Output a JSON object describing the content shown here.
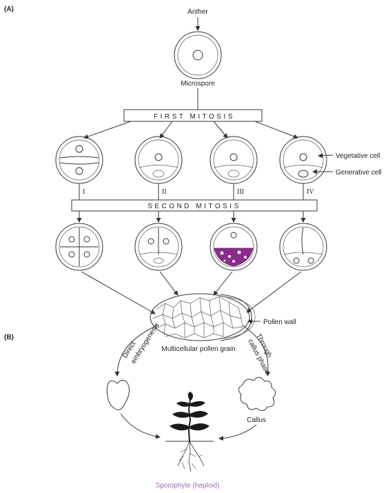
{
  "panels": {
    "a": "(A)",
    "b": "(B)"
  },
  "labels": {
    "anther": "Anther",
    "microspore": "Microspore",
    "first_mitosis": "FIRST MITOSIS",
    "second_mitosis": "SECOND MITOSIS",
    "vegetative_cell": "Vegetative cell",
    "generative_cell": "Generative cell",
    "pathway_numerals": [
      "I",
      "II",
      "III",
      "IV"
    ],
    "pollen_wall": "Pollen wall",
    "multicellular_pollen_grain": "Multicellular pollen grain",
    "direct_embryogenesis_line1": "Direct",
    "direct_embryogenesis_line2": "embryogenesis",
    "through_callus_line1": "Through",
    "through_callus_line2": "callus phase",
    "callus": "Callus",
    "sporophyte": "Sporophyte",
    "sporophyte_qualifier": "(haploid)"
  },
  "colors": {
    "ink": "#333333",
    "sporophyte_label": "#9a6db0",
    "stain": "#8e2a8e"
  }
}
